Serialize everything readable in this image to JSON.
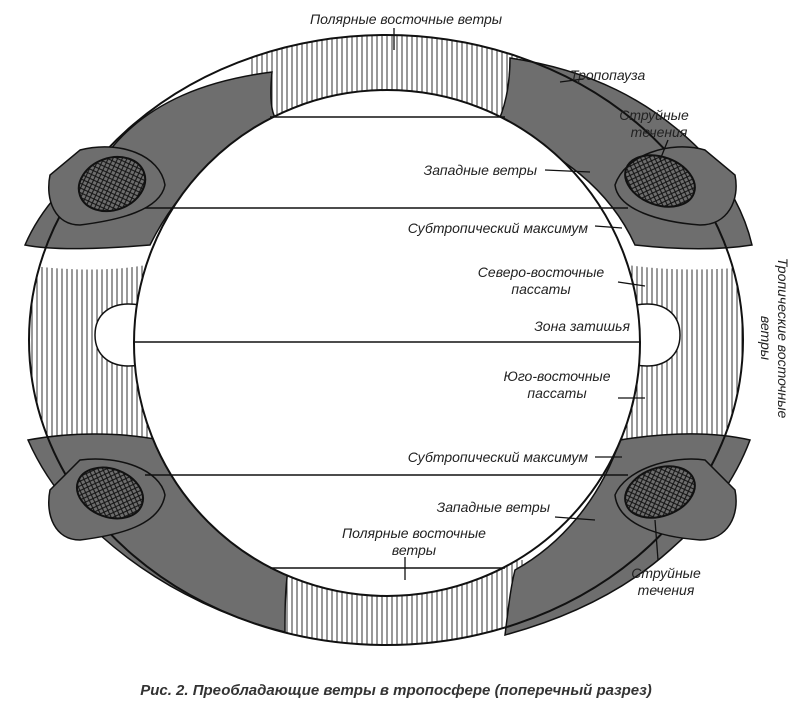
{
  "diagram": {
    "labels": {
      "polar_top": "Полярные восточные ветры",
      "tropopause": "Тропопауза",
      "jet_top_1": "Струйные",
      "jet_top_2": "течения",
      "westerlies_top": "Западные ветры",
      "subtrop_top": "Субтропический максимум",
      "ne_trades_1": "Северо-восточные",
      "ne_trades_2": "пассаты",
      "calm_zone": "Зона затишья",
      "se_trades_1": "Юго-восточные",
      "se_trades_2": "пассаты",
      "subtrop_bottom": "Субтропический максимум",
      "westerlies_bottom": "Западные ветры",
      "polar_bottom_1": "Полярные восточные",
      "polar_bottom_2": "ветры",
      "jet_bottom_1": "Струйные",
      "jet_bottom_2": "течения",
      "tropical_east_1": "Тропические восточные",
      "tropical_east_2": "ветры"
    },
    "colors": {
      "band_dark": "#6e6e6e",
      "outline": "#111111",
      "hatch": "#333333"
    }
  },
  "caption": "Рис. 2. Преобладающие ветры в тропосфере (поперечный разрез)"
}
